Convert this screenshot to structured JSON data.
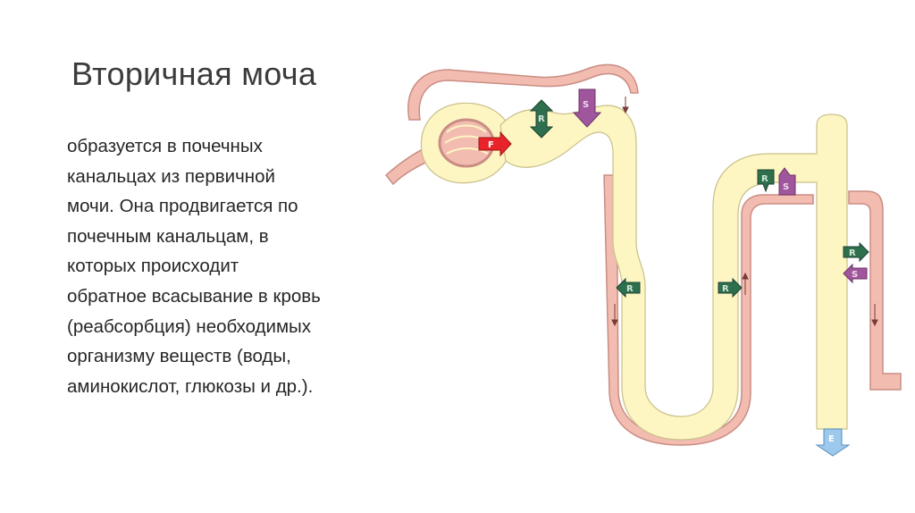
{
  "slide": {
    "title": "Вторичная моча",
    "body_lines": [
      "образуется в почечных",
      "канальцах из первичной",
      "мочи. Она продвигается по",
      "почечным канальцам, в",
      "которых происходит",
      "обратное всасывание в кровь",
      "(реабсорбция) необходимых",
      "организму веществ (воды,",
      "аминокислот, глюкозы и др.)."
    ]
  },
  "diagram": {
    "labels": {
      "filtration": "F",
      "reabsorption": "R",
      "secretion": "S",
      "excretion": "E"
    },
    "colors": {
      "tubule_fill": "#fdf6c3",
      "vessel_fill": "#f3bcb1",
      "vessel_stroke": "#c98d84",
      "filtration_arrow": "#e8232a",
      "reabsorption_arrow": "#2e6f4e",
      "secretion_arrow": "#a0569c",
      "excretion_arrow": "#9cc9ec"
    }
  }
}
